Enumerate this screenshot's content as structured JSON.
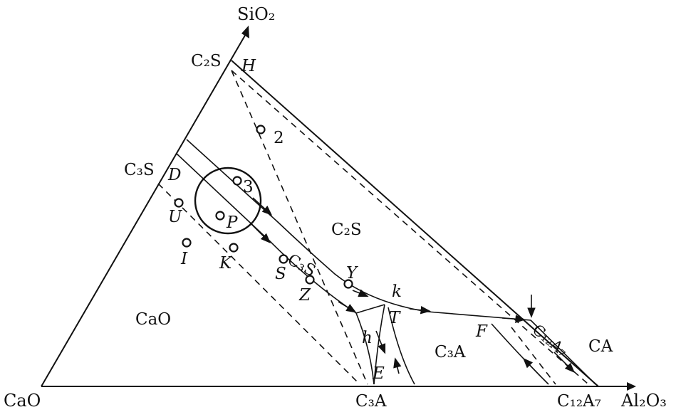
{
  "vertices": {
    "cao": "CaO",
    "al2o3": "Al₂O₃",
    "sio2": "SiO₂"
  },
  "compounds": {
    "c2s": "C₂S",
    "c3s": "C₃S",
    "c3a": "C₃A",
    "c12a7": "C₁₂A₇"
  },
  "fields": {
    "cao": "CaO",
    "c2s": "C₂S",
    "c3s": "C₃S",
    "c3a": "C₃A",
    "c12a7": "C₁₂A₇",
    "ca": "CA"
  },
  "points": {
    "h_upper": "H",
    "d": "D",
    "u": "U",
    "i": "I",
    "p": "P",
    "k_upper": "K",
    "s": "S",
    "z": "Z",
    "y": "Y",
    "t": "T",
    "k_lower": "k",
    "h_lower": "h",
    "e": "E",
    "f": "F",
    "p2": "2",
    "p3": "3"
  }
}
